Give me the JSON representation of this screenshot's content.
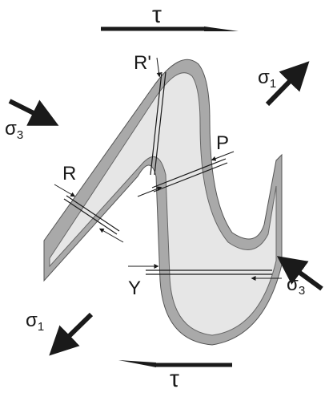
{
  "labels": {
    "tau": "τ",
    "sigma": "σ",
    "sub1": "1",
    "sub3": "3",
    "R": "R",
    "R_prime": "R'",
    "P": "P",
    "Y": "Y"
  },
  "colors": {
    "outer_band": "#a9a9a9",
    "inner_band": "#e6e6e6",
    "stroke": "#1a1a1a",
    "background": "#ffffff"
  }
}
